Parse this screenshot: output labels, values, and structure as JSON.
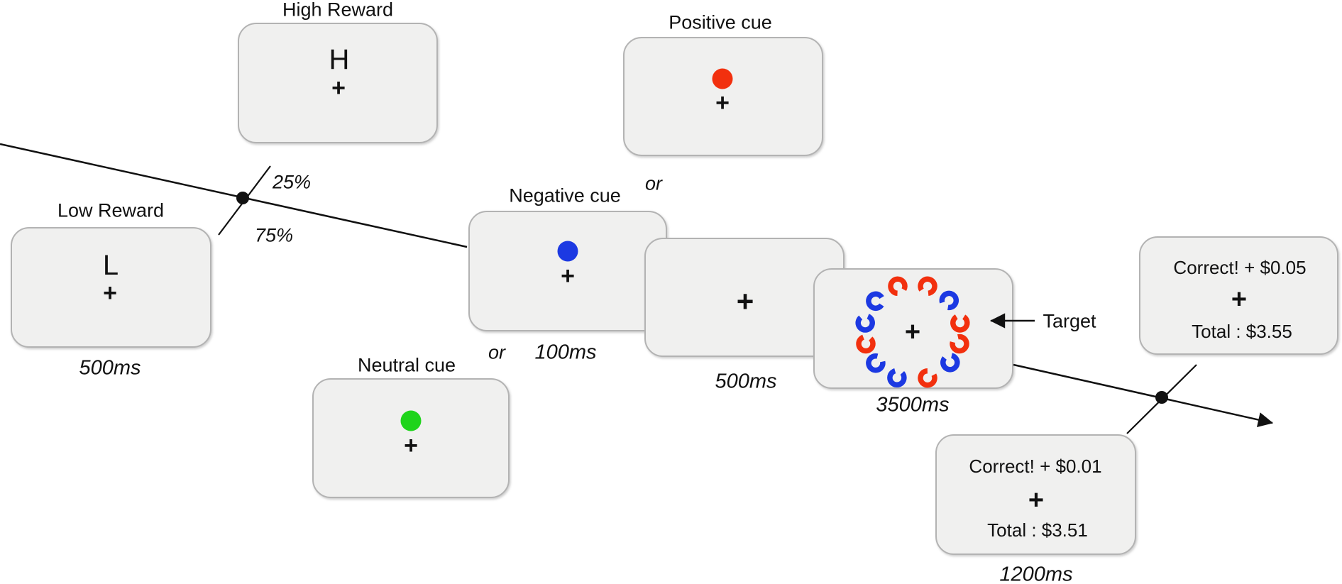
{
  "colors": {
    "red": "#f2300e",
    "blue": "#1c39e2",
    "green": "#1fd41b",
    "box_fill": "#f0f0ef",
    "box_border": "#b3b3b3",
    "ink": "#111111"
  },
  "reward_stage": {
    "high": {
      "title": "High Reward",
      "letter": "H",
      "fixation": "+"
    },
    "low": {
      "title": "Low Reward",
      "letter": "L",
      "fixation": "+",
      "duration": "500ms"
    },
    "probability_high": "25%",
    "probability_low": "75%"
  },
  "cue_stage": {
    "positive": {
      "title": "Positive cue",
      "dot_color": "red",
      "fixation": "+"
    },
    "negative": {
      "title": "Negative cue",
      "dot_color": "blue",
      "fixation": "+"
    },
    "neutral": {
      "title": "Neutral cue",
      "dot_color": "green",
      "fixation": "+"
    },
    "or_positive_negative": "or",
    "or_negative_neutral": "or",
    "duration": "100ms"
  },
  "fixation_stage": {
    "fixation": "+",
    "duration": "500ms"
  },
  "target_stage": {
    "fixation": "+",
    "duration": "3500ms",
    "annotation_label": "Target",
    "ring": [
      {
        "position_deg": 342,
        "color": "red",
        "gap_deg": 150
      },
      {
        "position_deg": 18,
        "color": "red",
        "gap_deg": 205
      },
      {
        "position_deg": 49,
        "color": "blue",
        "gap_deg": 220
      },
      {
        "position_deg": 79,
        "color": "red",
        "gap_deg": 0,
        "is_target": true
      },
      {
        "position_deg": 104,
        "color": "red",
        "gap_deg": 315
      },
      {
        "position_deg": 129,
        "color": "blue",
        "gap_deg": 340
      },
      {
        "position_deg": 162,
        "color": "red",
        "gap_deg": 30
      },
      {
        "position_deg": 199,
        "color": "blue",
        "gap_deg": 15
      },
      {
        "position_deg": 230,
        "color": "blue",
        "gap_deg": 45
      },
      {
        "position_deg": 256,
        "color": "red",
        "gap_deg": 10
      },
      {
        "position_deg": 281,
        "color": "blue",
        "gap_deg": 350
      },
      {
        "position_deg": 310,
        "color": "blue",
        "gap_deg": 90
      }
    ]
  },
  "feedback_stage": {
    "high": {
      "result": "Correct! + $0.05",
      "fixation": "+",
      "total": "Total : $3.55"
    },
    "low": {
      "result": "Correct! + $0.01",
      "fixation": "+",
      "total": "Total : $3.51",
      "duration": "1200ms"
    }
  }
}
